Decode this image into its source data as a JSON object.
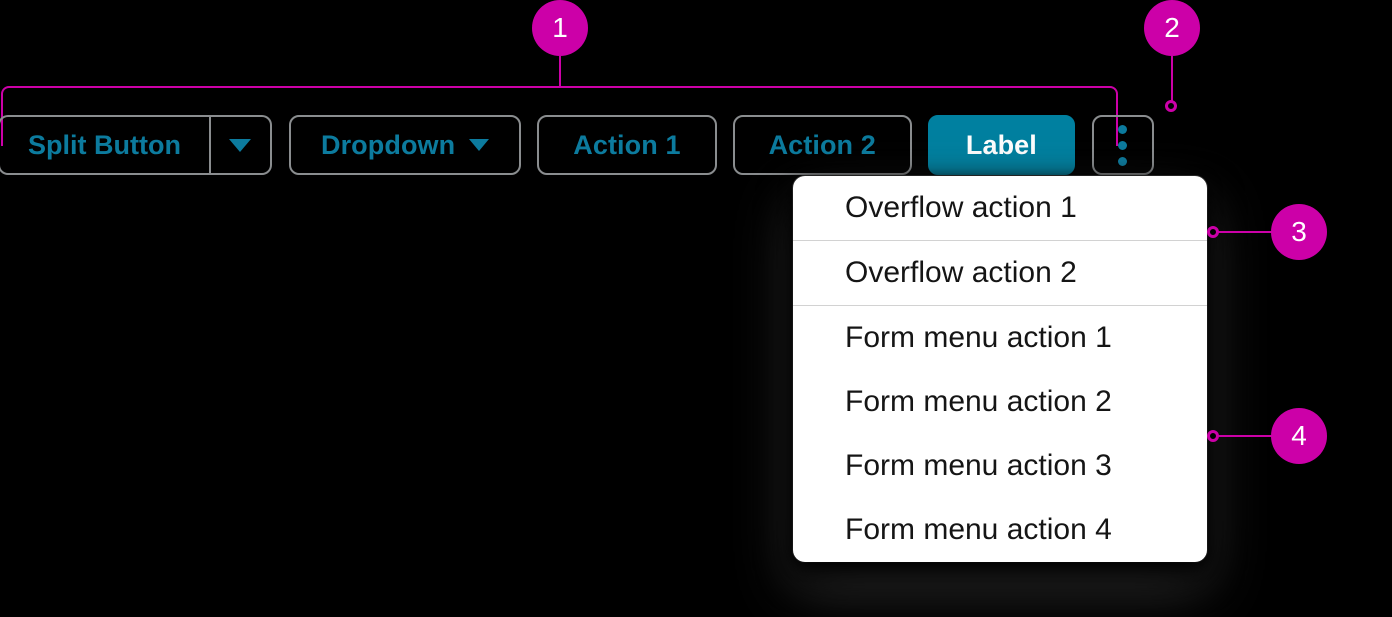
{
  "page": {
    "background_color": "#000000",
    "accent_color": "#0c7b9e",
    "primary_fill": "#0080a0",
    "annotation_color": "#cc00a8",
    "menu_background": "#ffffff",
    "menu_text_color": "#151515",
    "border_color": "#8a8d8f"
  },
  "toolbar": {
    "split_button": {
      "label": "Split Button",
      "toggle_icon": "caret-down-icon"
    },
    "dropdown_button": {
      "label": "Dropdown",
      "icon": "caret-down-icon"
    },
    "action_1": {
      "label": "Action 1"
    },
    "action_2": {
      "label": "Action 2"
    },
    "primary_button": {
      "label": "Label"
    },
    "kebab_button": {
      "icon": "kebab-vertical-icon"
    }
  },
  "overflow_menu": {
    "items": [
      {
        "label": "Overflow action 1",
        "divider_below": true
      },
      {
        "label": "Overflow action 2",
        "divider_below": true
      },
      {
        "label": "Form menu action 1",
        "divider_below": false
      },
      {
        "label": "Form menu action 2",
        "divider_below": false
      },
      {
        "label": "Form menu action 3",
        "divider_below": false
      },
      {
        "label": "Form menu action 4",
        "divider_below": false
      }
    ]
  },
  "annotations": [
    {
      "number": "1"
    },
    {
      "number": "2"
    },
    {
      "number": "3"
    },
    {
      "number": "4"
    }
  ]
}
